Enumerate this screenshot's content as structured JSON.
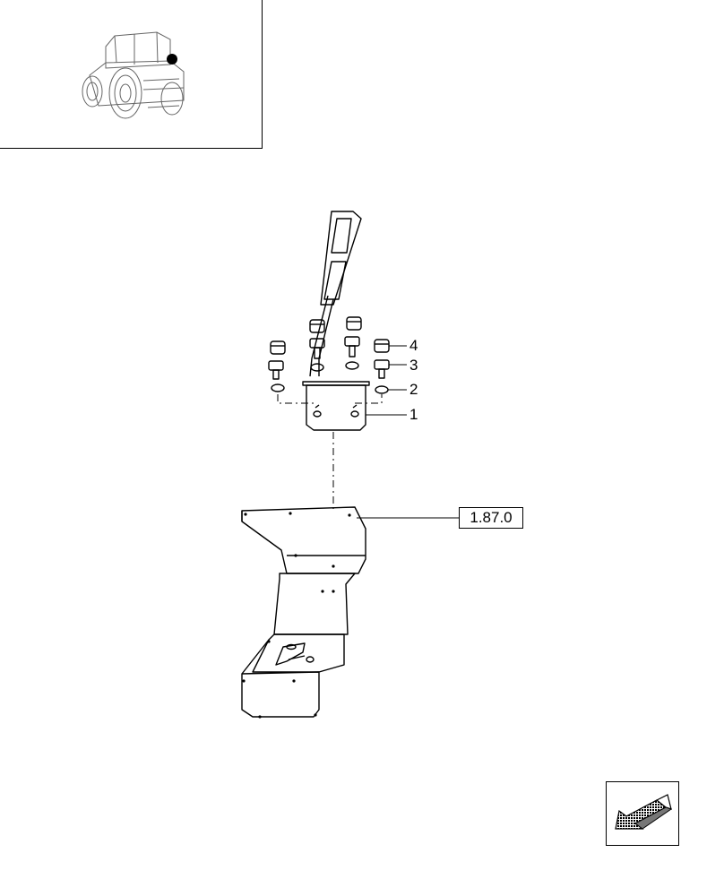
{
  "callouts": {
    "item_4": "4",
    "item_3": "3",
    "item_2": "2",
    "item_1": "1"
  },
  "reference": "1.87.0",
  "icons": {
    "tractor_thumbnail": "tractor-location-icon",
    "navigation": "previous-page-arrow-icon"
  }
}
